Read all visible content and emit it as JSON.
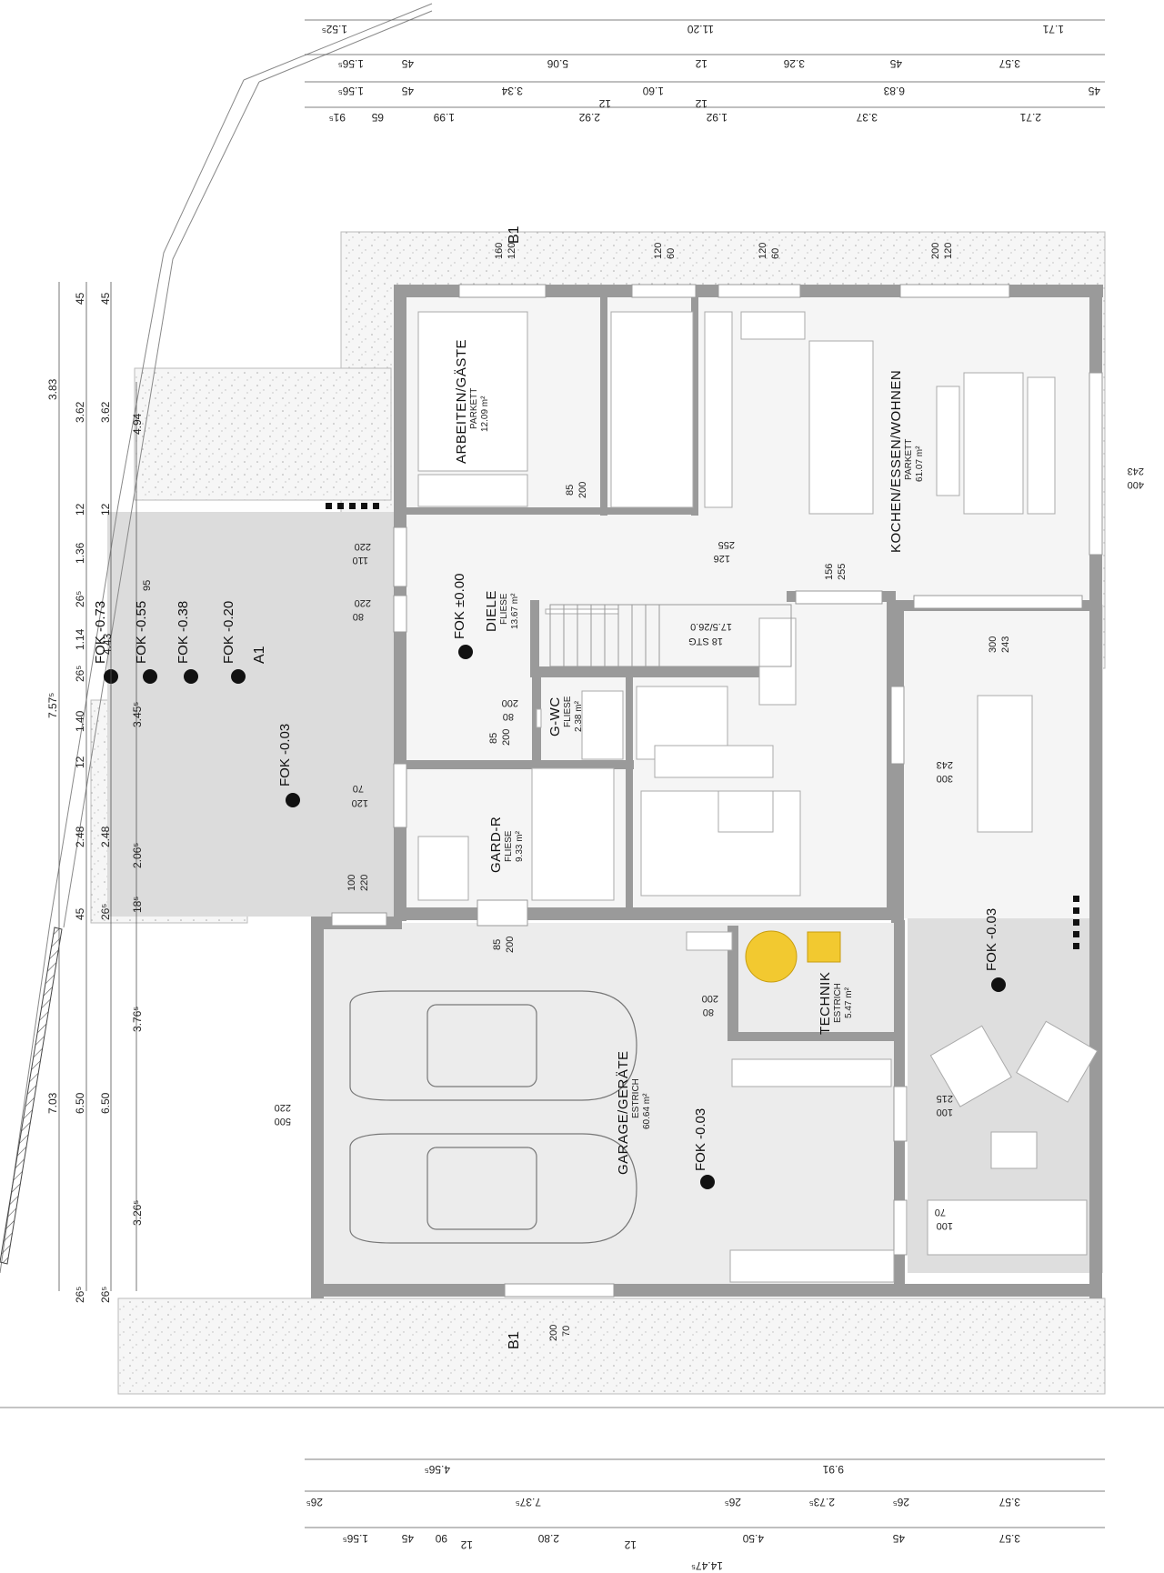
{
  "colors": {
    "wall": "#9a9a9a",
    "terrace_gray": "#dedede",
    "garage_fill": "#ececec",
    "gravel": "#f4f4f4",
    "technik_accent": "#f2c930"
  },
  "rooms": {
    "arbeiten": {
      "name": "ARBEITEN/GÄSTE",
      "floor": "PARKETT",
      "area": "12.09 m²"
    },
    "kochen": {
      "name": "KOCHEN/ESSEN/WOHNEN",
      "floor": "PARKETT",
      "area": "61.07 m²"
    },
    "diele": {
      "name": "DIELE",
      "floor": "FLIESE",
      "area": "13.67 m²"
    },
    "gwc": {
      "name": "G-WC",
      "floor": "FLIESE",
      "area": "2.38 m²"
    },
    "garderobe": {
      "name": "GARD-R",
      "floor": "FLIESE",
      "area": "9.33 m²"
    },
    "technik": {
      "name": "TECHNIK",
      "floor": "ESTRICH",
      "area": "5.47 m²"
    },
    "garage": {
      "name": "GARAGE/GERÄTE",
      "floor": "ESTRICH",
      "area": "60.64 m²"
    }
  },
  "levels": {
    "fok_073": "FOK -0.73",
    "fok_055": "FOK -0.55",
    "fok_038": "FOK -0.38",
    "fok_020": "FOK -0.20",
    "fok_000": "FOK ±0.00",
    "fok_003_entry": "FOK -0.03",
    "fok_003_terrace": "FOK -0.03",
    "fok_003_garage": "FOK -0.03"
  },
  "sections": {
    "b1_top": "B1",
    "b1_bottom": "B1",
    "a1": "A1"
  },
  "stairs": {
    "steps": "18 STG",
    "ratio": "17.5/26.0"
  },
  "dims_top": {
    "r1": [
      "1.52⁵",
      "11.20",
      "1.71"
    ],
    "r2": [
      "1.56⁵",
      "45",
      "5.06",
      "12",
      "3.26",
      "45",
      "3.57"
    ],
    "r3": [
      "1.56⁵",
      "45",
      "3.34",
      "12",
      "1.60",
      "12",
      "6.83",
      "45"
    ],
    "r4": [
      "91⁵",
      "65",
      "1.99",
      "2.92",
      "1.92",
      "3.37",
      "2.71"
    ]
  },
  "dims_left": {
    "c1": [
      "3.83",
      "7.57⁵",
      "7.03"
    ],
    "c2": [
      "45",
      "3.62",
      "12",
      "1.36",
      "26⁵",
      "1.14",
      "26⁵",
      "1.40",
      "12",
      "2.48",
      "45",
      "6.50",
      "26⁵"
    ],
    "c3": [
      "45",
      "3.62",
      "12",
      "2.48",
      "26⁵",
      "6.50",
      "26⁵"
    ],
    "c4": [
      "4.94",
      "4.43",
      "3.45⁵",
      "2.06⁵",
      "18⁵",
      "3.76⁵",
      "3.26⁵"
    ]
  },
  "dims_bottom": {
    "r1": [
      "4.56⁵",
      "9.91"
    ],
    "r2": [
      "26⁵",
      "7.37⁵",
      "26⁵",
      "2.73⁵",
      "26⁵",
      "3.57"
    ],
    "r3": [
      "1.56⁵",
      "45",
      "90",
      "12",
      "2.80",
      "12",
      "4.50",
      "45",
      "3.57"
    ],
    "total": "14.47⁵"
  },
  "openings": {
    "top_1": [
      "160",
      "120"
    ],
    "top_2": [
      "120",
      "60"
    ],
    "top_3": [
      "120",
      "60"
    ],
    "top_4": [
      "200",
      "120"
    ],
    "diele_1": [
      "220",
      "110"
    ],
    "diele_2": [
      "220",
      "80"
    ],
    "arbeiten_door": [
      "85",
      "200"
    ],
    "kochen_door1": [
      "255",
      "126"
    ],
    "kochen_door2": [
      "156",
      "255"
    ],
    "right_1": [
      "243",
      "400"
    ],
    "right_2": [
      "300",
      "243"
    ],
    "right_3": [
      "243",
      "300"
    ],
    "gwc_door": [
      "200",
      "80"
    ],
    "gwc_door2": [
      "85",
      "200"
    ],
    "gard_win": [
      "70",
      "120"
    ],
    "gard_ext": [
      "100",
      "220"
    ],
    "garage_door": [
      "85",
      "200"
    ],
    "technik_door": [
      "200",
      "80"
    ],
    "garage_gate": [
      "220",
      "500"
    ],
    "terrace_1": [
      "215",
      "100"
    ],
    "terrace_2": [
      "70",
      "100"
    ],
    "bottom_win": [
      "200",
      "70"
    ],
    "fok055_note": "95"
  }
}
